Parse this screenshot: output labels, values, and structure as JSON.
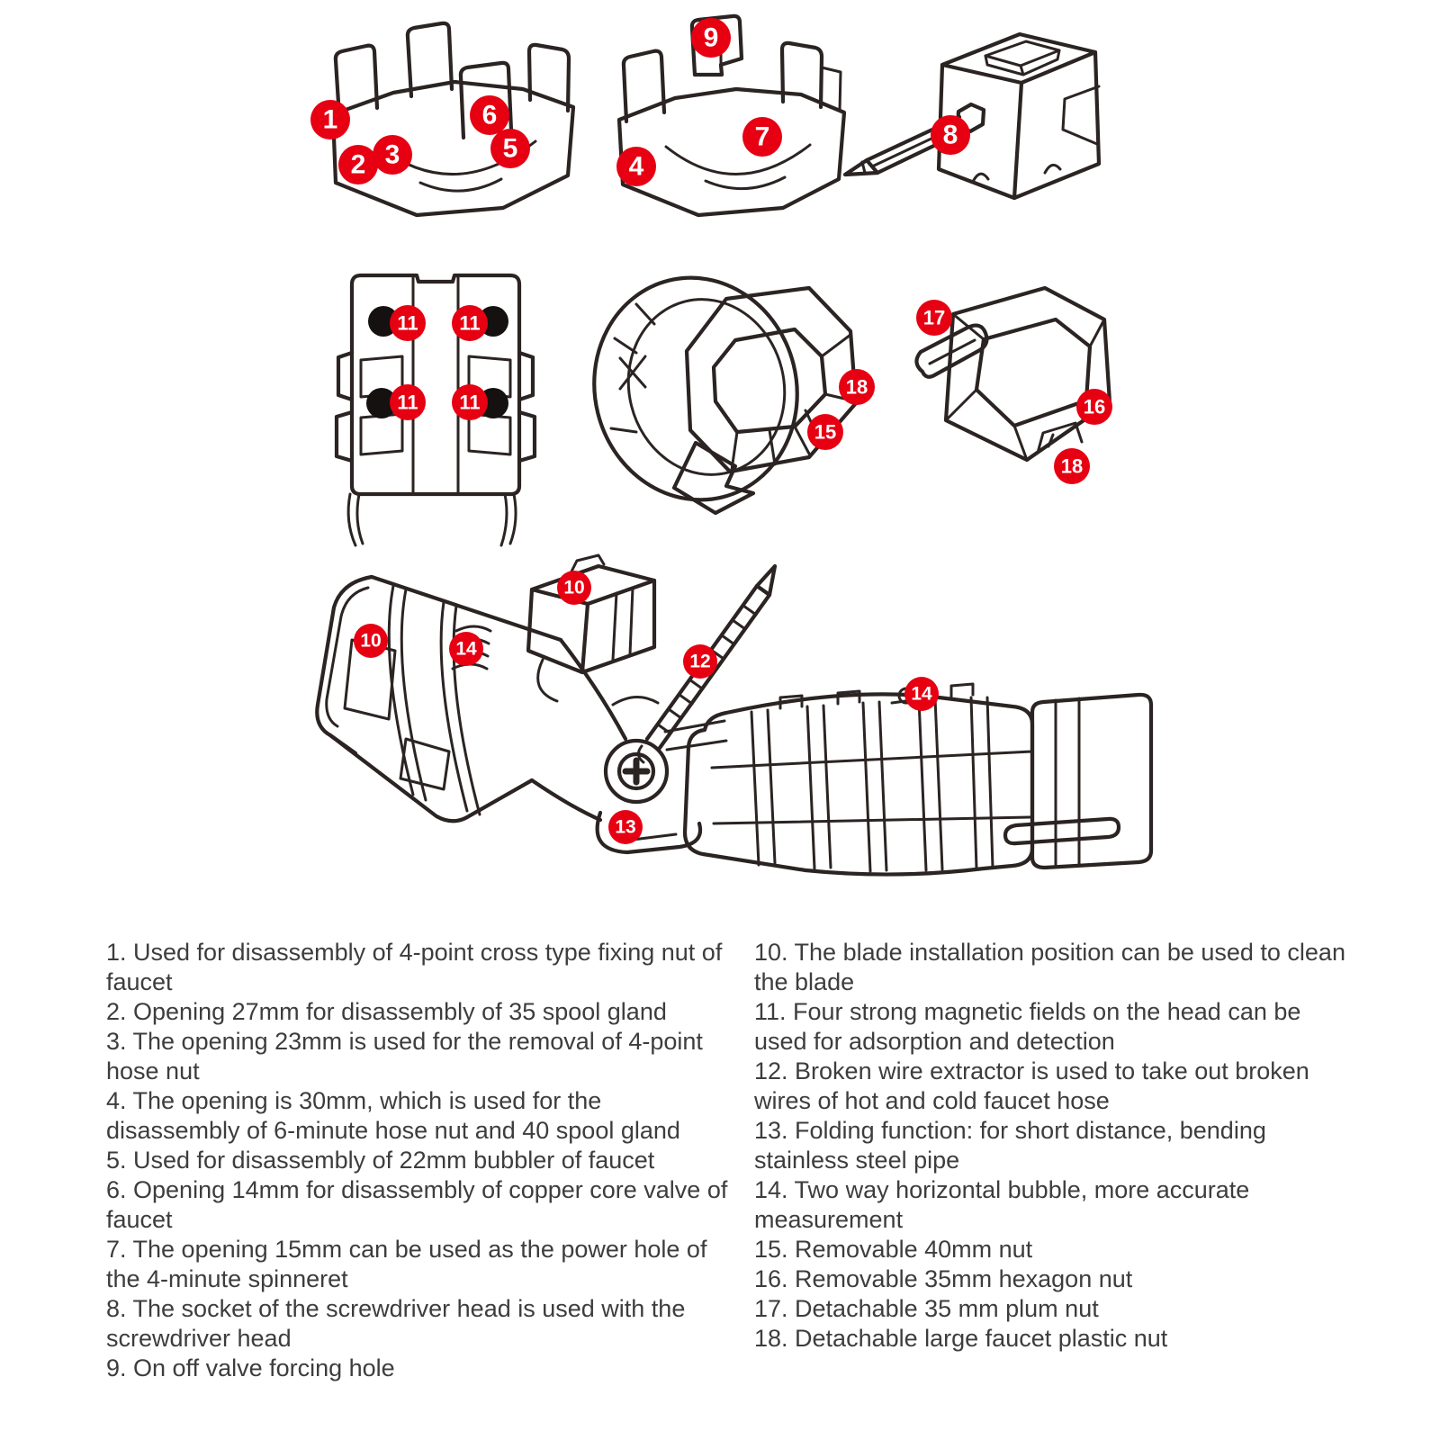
{
  "colors": {
    "background": "#ffffff",
    "line_art": "#2b2422",
    "marker_red": "#e60012",
    "marker_number_white": "#ffffff",
    "magnet_dot_black": "#141110",
    "legend_text_gray": "#3d3d3d"
  },
  "markers": [
    {
      "label": "1"
    },
    {
      "label": "2"
    },
    {
      "label": "3"
    },
    {
      "label": "6"
    },
    {
      "label": "5"
    },
    {
      "label": "9"
    },
    {
      "label": "7"
    },
    {
      "label": "4"
    },
    {
      "label": "8"
    },
    {
      "label": "11"
    },
    {
      "label": "11"
    },
    {
      "label": "11"
    },
    {
      "label": "11"
    },
    {
      "label": "18"
    },
    {
      "label": "15"
    },
    {
      "label": "17"
    },
    {
      "label": "16"
    },
    {
      "label": "18"
    },
    {
      "label": "10"
    },
    {
      "label": "10"
    },
    {
      "label": "14"
    },
    {
      "label": "12"
    },
    {
      "label": "14"
    },
    {
      "label": "13"
    }
  ],
  "legend": {
    "left": [
      "1. Used for disassembly of 4-point cross type fixing nut of faucet",
      "2. Opening 27mm for disassembly of 35 spool gland",
      "3. The opening 23mm is used for the removal of 4-point hose nut",
      "4. The opening is 30mm, which is used for the disassembly of 6-minute hose nut and 40 spool gland",
      "5. Used for disassembly of 22mm bubbler of faucet",
      "6. Opening 14mm for disassembly of copper core valve of faucet",
      "7. The opening 15mm can be used as the power hole of the 4-minute spinneret",
      "8. The socket of the screwdriver head is used with the screwdriver head",
      "9. On off valve forcing hole"
    ],
    "right": [
      "10. The blade installation position can be used to clean the blade",
      "11. Four strong magnetic fields on the head can be used for adsorption and detection",
      "12. Broken wire extractor is used to take out broken wires of hot and cold faucet hose",
      "13. Folding function: for short distance, bending stainless steel pipe",
      "14. Two way horizontal bubble, more accurate measurement",
      "15. Removable 40mm nut",
      "16. Removable 35mm hexagon nut",
      "17. Detachable 35 mm plum nut",
      "18. Detachable large faucet plastic nut"
    ]
  }
}
